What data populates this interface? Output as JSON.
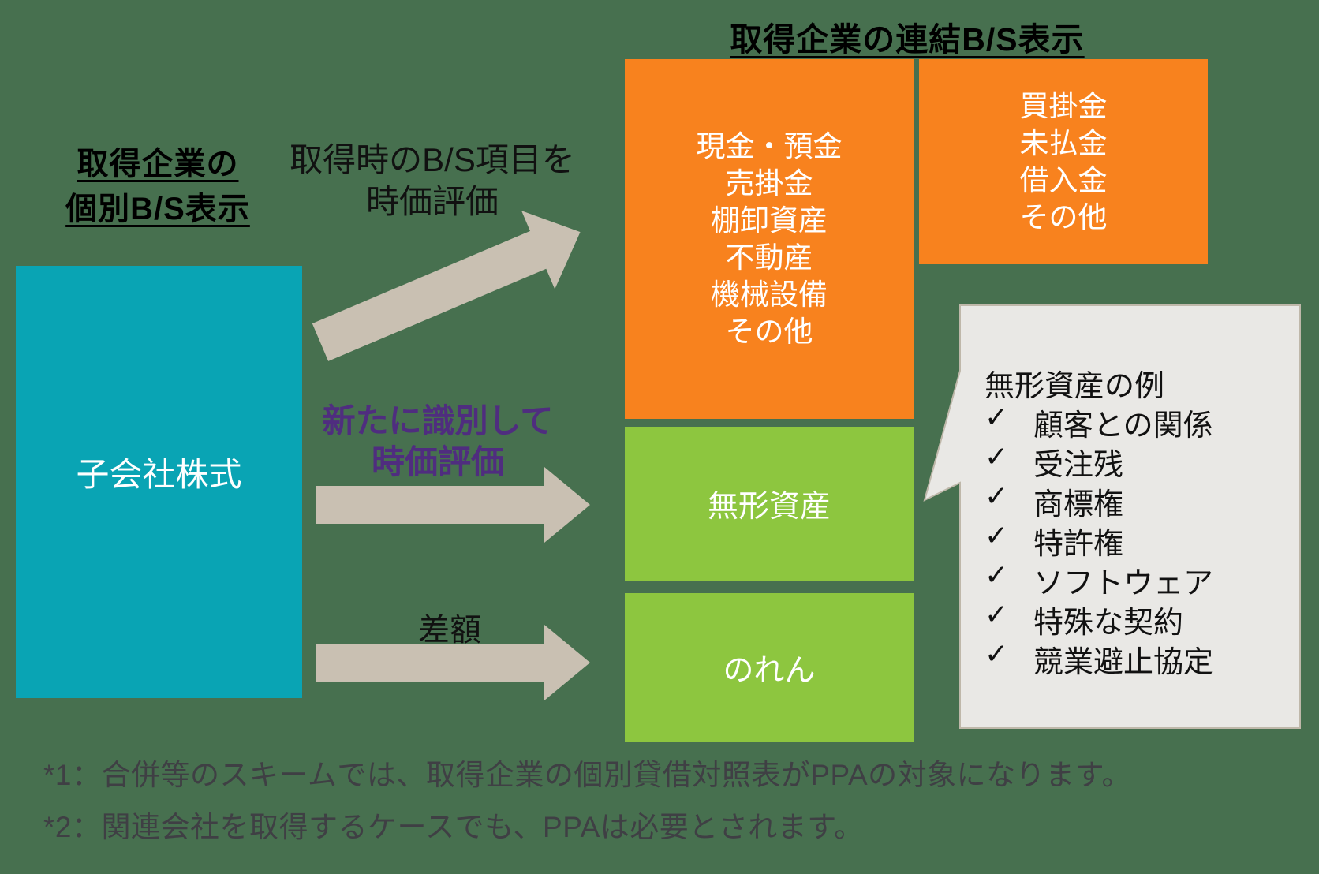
{
  "colors": {
    "background": "#47704F",
    "teal_box": "#09A4B4",
    "orange_box": "#F8821E",
    "green_box": "#8DC63F",
    "arrow": "#C9C0B2",
    "callout_fill": "#E9E8E5",
    "callout_border": "#BFB8AA",
    "purple_label": "#4F2D7F",
    "footnote_text": "#3F3F44",
    "box_text": "#FFFFFF"
  },
  "title": "取得企業の連結B/S表示",
  "left_header": {
    "line1": "取得企業の",
    "line2": "個別B/S表示"
  },
  "source_box": {
    "label": "子会社株式"
  },
  "arrow_labels": {
    "revalue_line1": "取得時のB/S項目を",
    "revalue_line2": "時価評価",
    "identify_line1": "新たに識別して",
    "identify_line2": "時価評価",
    "difference": "差額"
  },
  "bs_boxes": {
    "assets": {
      "items": [
        "現金・預金",
        "売掛金",
        "棚卸資産",
        "不動産",
        "機械設備",
        "その他"
      ]
    },
    "liabilities": {
      "items": [
        "買掛金",
        "未払金",
        "借入金",
        "その他"
      ]
    },
    "intangible": {
      "label": "無形資産"
    },
    "goodwill": {
      "label": "のれん"
    }
  },
  "callout": {
    "title": "無形資産の例",
    "check_glyph": "✓",
    "items": [
      "顧客との関係",
      "受注残",
      "商標権",
      "特許権",
      "ソフトウェア",
      "特殊な契約",
      "競業避止協定"
    ]
  },
  "footnotes": [
    "*1：合併等のスキームでは、取得企業の個別貸借対照表がPPAの対象になります。",
    "*2：関連会社を取得するケースでも、PPAは必要とされます。"
  ]
}
